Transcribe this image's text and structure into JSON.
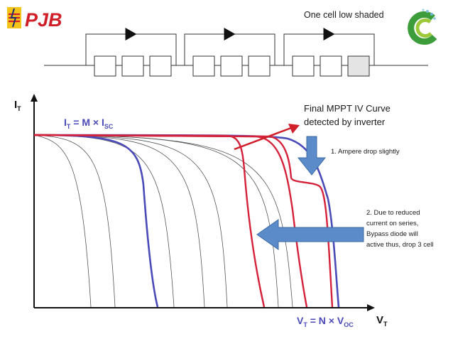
{
  "logo": {
    "text": "PJB"
  },
  "module": {
    "caption": "One cell low shaded",
    "strings": 3,
    "cells_per_string": 3,
    "shaded_cell_index": 8
  },
  "axes": {
    "y_label": "I",
    "y_sub": "T",
    "x_label": "V",
    "x_sub": "T",
    "y_eq_lhs": "I",
    "y_eq_lhs_sub": "T",
    "y_eq_rhs": " = M × I",
    "y_eq_rhs_sub": "SC",
    "x_eq_lhs": "V",
    "x_eq_lhs_sub": "T",
    "x_eq_rhs": " = N × V",
    "x_eq_rhs_sub": "OC"
  },
  "annotations": {
    "final_curve": "Final MPPT IV Curve detected by inverter",
    "note1": "1. Ampere drop slightly",
    "note2": "2. Due to reduced current on  series, Bypass diode will active thus, drop 3 cell"
  },
  "colors": {
    "blue_curve": "#4a4ab8",
    "red_curve": "#d6213a",
    "arrow_fill": "#5b8bc9",
    "arrow_stroke": "#3b6aa8",
    "logo_red": "#d11f2a",
    "logo_navy": "#1c2e6e",
    "logo_yellow": "#f3c41a",
    "eco_green": "#3d9d3a",
    "eco_lime": "#9cc93a",
    "shaded_cell": "#e4e4e4"
  }
}
